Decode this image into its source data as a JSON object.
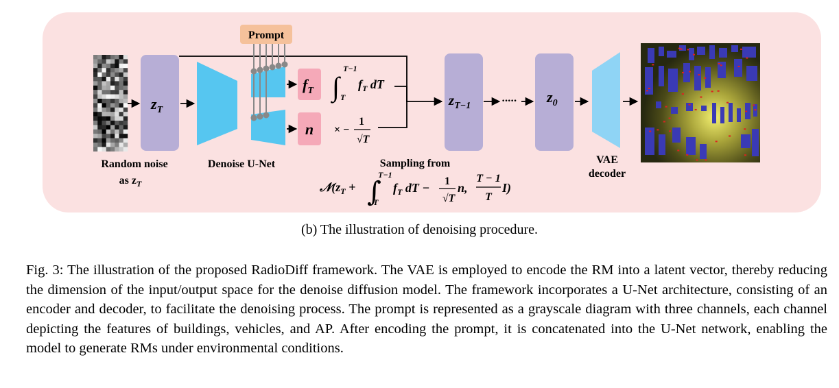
{
  "diagram": {
    "prompt_label": "Prompt",
    "noise_label_line1": "Random noise",
    "noise_label_line2": "as z",
    "noise_label_sub": "T",
    "zT_main": "z",
    "zT_sub": "T",
    "unet_label": "Denoise U-Net",
    "fT_main": "f",
    "fT_sub": "T",
    "n_label": "n",
    "int_upper": "T−1",
    "int_lower": "T",
    "int_body": "f",
    "int_body_sub": "T",
    "int_dT": " dT",
    "times_minus": "× −",
    "frac_num": "1",
    "frac_den": "√T",
    "zT1_main": "z",
    "zT1_sub": "T−1",
    "dots": "·····",
    "z0_main": "z",
    "z0_sub": "0",
    "vae_label_line1": "VAE",
    "vae_label_line2": "decoder",
    "sampling_label": "Sampling from",
    "formula_prefix": "𝒩(z",
    "formula_sub_T": "T",
    "formula_plus": " +",
    "formula_int_upper": "T−1",
    "formula_int_lower": "T",
    "formula_body": "f",
    "formula_body_sub": "T",
    "formula_dT": " dT −",
    "formula_frac1_num": "1",
    "formula_frac1_den": "√T",
    "formula_n": "n,",
    "formula_frac2_num": "T − 1",
    "formula_frac2_den": "T",
    "formula_suffix": "I)"
  },
  "subcaption": "(b) The illustration of denoising procedure.",
  "caption": "Fig. 3: The illustration of the proposed RadioDiff framework. The VAE is employed to encode the RM into a latent vector, thereby reducing the dimension of the input/output space for the denoise diffusion model. The framework incorporates a U-Net architecture, consisting of an encoder and decoder, to facilitate the denoising process. The prompt is represented as a grayscale diagram with three channels, each channel depicting the features of buildings, vehicles, and AP. After encoding the prompt, it is concatenated into the U-Net network, enabling the model to generate RMs under environmental conditions.",
  "colors": {
    "panel_bg": "#fbe1e1",
    "latent_block": "#b7aed6",
    "unet_blue": "#56c6f0",
    "prompt_box": "#f5c19b",
    "pink_box": "#f5a9b8",
    "vae_blue": "#8fd4f5",
    "rm_bg": "#2a2d10",
    "building": "#3a3ab5"
  }
}
